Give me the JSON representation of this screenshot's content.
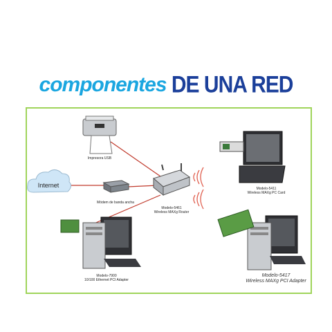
{
  "title": {
    "part1": "componentes",
    "part2": "DE UNA RED"
  },
  "nodes": {
    "printer": {
      "label": "Impresora USB"
    },
    "internet": {
      "label": "Internet"
    },
    "modem": {
      "label": "Módem de banda ancha"
    },
    "router": {
      "label1": "Modelo-5461",
      "label2": "Wireless MAXg Router"
    },
    "laptop": {
      "label1": "Modelo-5411",
      "label2": "Wireless MAXg PC Card"
    },
    "desktop_left": {
      "label1": "Modelo-7900",
      "label2": "10/100 Ethernet PCI Adapter"
    },
    "desktop_right": {
      "label1": "Modelo-5417",
      "label2": "Wireless MAXg PCI Adapter"
    }
  },
  "colors": {
    "frame": "#9fd45a",
    "cable": "#c0392b",
    "wireless": "#e06050"
  }
}
